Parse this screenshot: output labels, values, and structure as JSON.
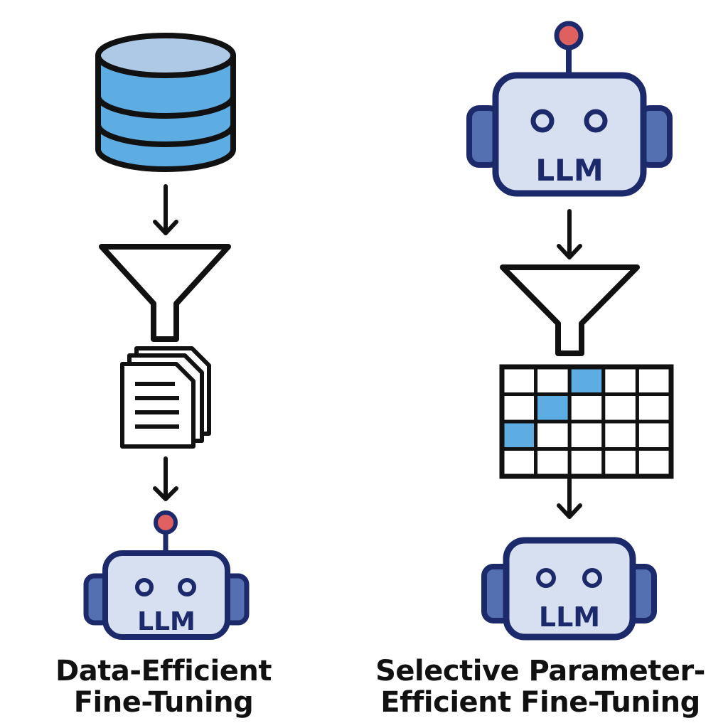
{
  "left_pipeline": {
    "robot_label": "LLM",
    "caption_line1": "Data-Efficient",
    "caption_line2": "Fine-Tuning",
    "icons": [
      "database-icon",
      "arrow-down-icon",
      "funnel-icon",
      "documents-icon",
      "arrow-down-icon",
      "robot-llm-icon"
    ]
  },
  "right_pipeline": {
    "top_robot_label": "LLM",
    "bottom_robot_label": "LLM",
    "caption_line1": "Selective Parameter-",
    "caption_line2": "Efficient Fine-Tuning",
    "icons": [
      "robot-llm-icon",
      "arrow-down-icon",
      "funnel-icon",
      "parameter-grid-icon",
      "arrow-down-icon",
      "robot-llm-icon"
    ],
    "grid": {
      "rows": 4,
      "cols": 5,
      "highlighted_cells": [
        [
          0,
          2
        ],
        [
          1,
          1
        ],
        [
          2,
          0
        ]
      ]
    }
  },
  "colors": {
    "database_fill": "#5dade2",
    "database_top": "#aec9e6",
    "robot_face": "#d6e0f0",
    "robot_outline": "#1c2a6b",
    "robot_ear": "#5570b0",
    "antenna_bulb": "#e06060",
    "grid_highlight": "#5dade2",
    "stroke": "#111111"
  }
}
